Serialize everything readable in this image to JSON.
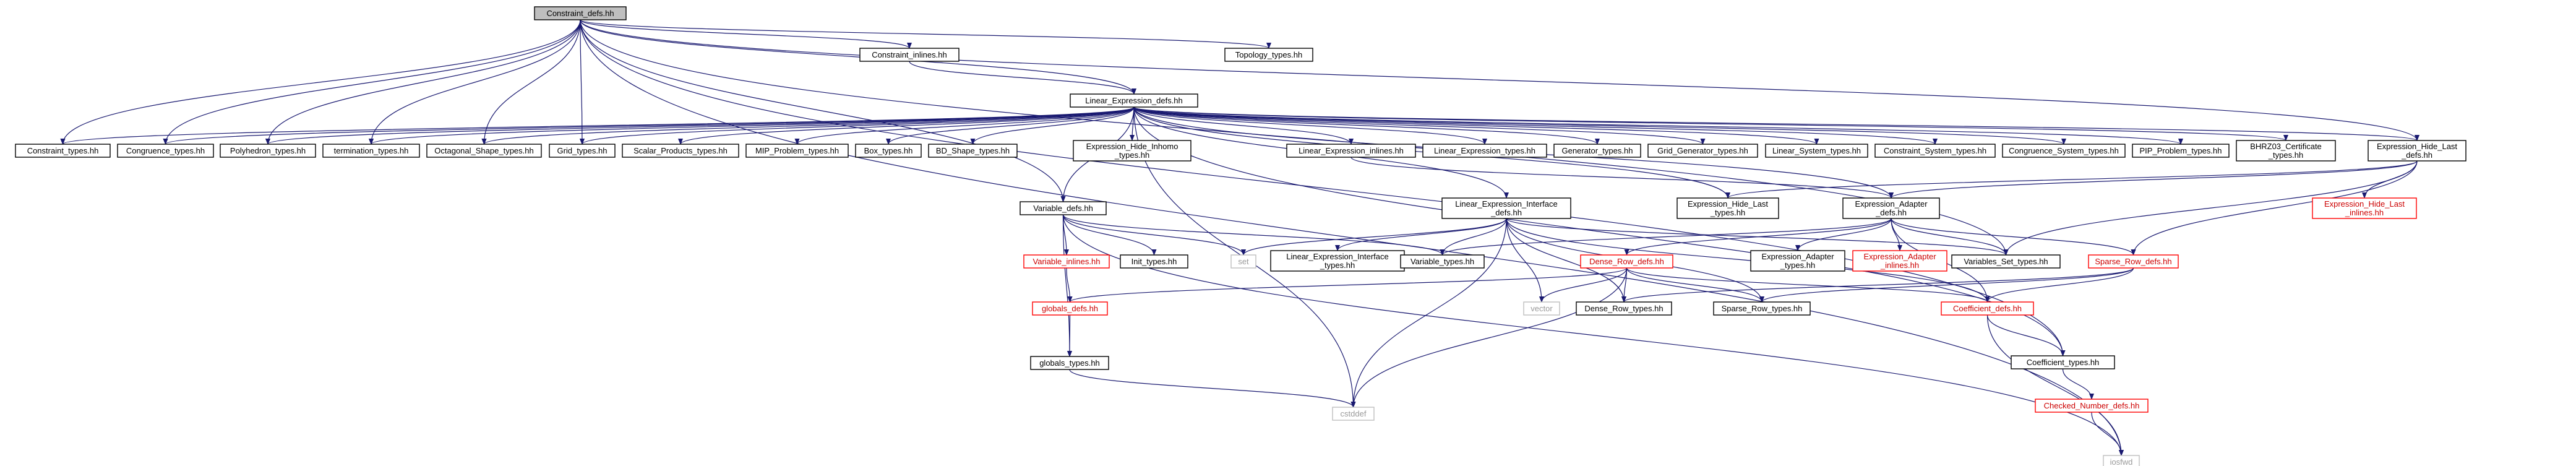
{
  "graph": {
    "nodes": [
      {
        "id": "root",
        "lines": [
          "Constraint_defs.hh"
        ],
        "style": "root"
      },
      {
        "id": "constraint_inlines",
        "lines": [
          "Constraint_inlines.hh"
        ],
        "style": "black"
      },
      {
        "id": "topology_types",
        "lines": [
          "Topology_types.hh"
        ],
        "style": "black"
      },
      {
        "id": "linear_expression_defs",
        "lines": [
          "Linear_Expression_defs.hh"
        ],
        "style": "black"
      },
      {
        "id": "constraint_types",
        "lines": [
          "Constraint_types.hh"
        ],
        "style": "black"
      },
      {
        "id": "congruence_types",
        "lines": [
          "Congruence_types.hh"
        ],
        "style": "black"
      },
      {
        "id": "polyhedron_types",
        "lines": [
          "Polyhedron_types.hh"
        ],
        "style": "black"
      },
      {
        "id": "termination_types",
        "lines": [
          "termination_types.hh"
        ],
        "style": "black"
      },
      {
        "id": "octagonal_shape_types",
        "lines": [
          "Octagonal_Shape_types.hh"
        ],
        "style": "black"
      },
      {
        "id": "grid_types",
        "lines": [
          "Grid_types.hh"
        ],
        "style": "black"
      },
      {
        "id": "scalar_products_types",
        "lines": [
          "Scalar_Products_types.hh"
        ],
        "style": "black"
      },
      {
        "id": "mip_problem_types",
        "lines": [
          "MIP_Problem_types.hh"
        ],
        "style": "black"
      },
      {
        "id": "box_types",
        "lines": [
          "Box_types.hh"
        ],
        "style": "black"
      },
      {
        "id": "bd_shape_types",
        "lines": [
          "BD_Shape_types.hh"
        ],
        "style": "black"
      },
      {
        "id": "expression_hide_inhomo_types",
        "lines": [
          "Expression_Hide_Inhomo",
          "_types.hh"
        ],
        "style": "black"
      },
      {
        "id": "linear_expression_inlines",
        "lines": [
          "Linear_Expression_inlines.hh"
        ],
        "style": "black"
      },
      {
        "id": "linear_expression_types",
        "lines": [
          "Linear_Expression_types.hh"
        ],
        "style": "black"
      },
      {
        "id": "generator_types",
        "lines": [
          "Generator_types.hh"
        ],
        "style": "black"
      },
      {
        "id": "grid_generator_types",
        "lines": [
          "Grid_Generator_types.hh"
        ],
        "style": "black"
      },
      {
        "id": "linear_system_types",
        "lines": [
          "Linear_System_types.hh"
        ],
        "style": "black"
      },
      {
        "id": "constraint_system_types",
        "lines": [
          "Constraint_System_types.hh"
        ],
        "style": "black"
      },
      {
        "id": "congruence_system_types",
        "lines": [
          "Congruence_System_types.hh"
        ],
        "style": "black"
      },
      {
        "id": "pip_problem_types",
        "lines": [
          "PIP_Problem_types.hh"
        ],
        "style": "black"
      },
      {
        "id": "bhrz03_certificate_types",
        "lines": [
          "BHRZ03_Certificate",
          "_types.hh"
        ],
        "style": "black"
      },
      {
        "id": "expression_hide_last_defs",
        "lines": [
          "Expression_Hide_Last",
          "_defs.hh"
        ],
        "style": "black"
      },
      {
        "id": "expression_hide_last_inlines",
        "lines": [
          "Expression_Hide_Last",
          "_inlines.hh"
        ],
        "style": "red"
      },
      {
        "id": "variable_defs",
        "lines": [
          "Variable_defs.hh"
        ],
        "style": "black"
      },
      {
        "id": "linear_expression_interface_defs",
        "lines": [
          "Linear_Expression_Interface",
          "_defs.hh"
        ],
        "style": "black"
      },
      {
        "id": "expression_hide_last_types",
        "lines": [
          "Expression_Hide_Last",
          "_types.hh"
        ],
        "style": "black"
      },
      {
        "id": "expression_adapter_defs",
        "lines": [
          "Expression_Adapter",
          "_defs.hh"
        ],
        "style": "black"
      },
      {
        "id": "variable_inlines",
        "lines": [
          "Variable_inlines.hh"
        ],
        "style": "red"
      },
      {
        "id": "init_types",
        "lines": [
          "Init_types.hh"
        ],
        "style": "black"
      },
      {
        "id": "set",
        "lines": [
          "set"
        ],
        "style": "gray"
      },
      {
        "id": "linear_expression_interface_types",
        "lines": [
          "Linear_Expression_Interface",
          "_types.hh"
        ],
        "style": "black"
      },
      {
        "id": "variable_types",
        "lines": [
          "Variable_types.hh"
        ],
        "style": "black"
      },
      {
        "id": "dense_row_defs",
        "lines": [
          "Dense_Row_defs.hh"
        ],
        "style": "red"
      },
      {
        "id": "expression_adapter_types",
        "lines": [
          "Expression_Adapter",
          "_types.hh"
        ],
        "style": "black"
      },
      {
        "id": "expression_adapter_inlines",
        "lines": [
          "Expression_Adapter",
          "_inlines.hh"
        ],
        "style": "red"
      },
      {
        "id": "variables_set_types",
        "lines": [
          "Variables_Set_types.hh"
        ],
        "style": "black"
      },
      {
        "id": "sparse_row_defs",
        "lines": [
          "Sparse_Row_defs.hh"
        ],
        "style": "red"
      },
      {
        "id": "globals_defs",
        "lines": [
          "globals_defs.hh"
        ],
        "style": "red"
      },
      {
        "id": "vector",
        "lines": [
          "vector"
        ],
        "style": "gray"
      },
      {
        "id": "dense_row_types",
        "lines": [
          "Dense_Row_types.hh"
        ],
        "style": "black"
      },
      {
        "id": "sparse_row_types",
        "lines": [
          "Sparse_Row_types.hh"
        ],
        "style": "black"
      },
      {
        "id": "coefficient_defs",
        "lines": [
          "Coefficient_defs.hh"
        ],
        "style": "red"
      },
      {
        "id": "globals_types",
        "lines": [
          "globals_types.hh"
        ],
        "style": "black"
      },
      {
        "id": "coefficient_types",
        "lines": [
          "Coefficient_types.hh"
        ],
        "style": "black"
      },
      {
        "id": "checked_number_defs",
        "lines": [
          "Checked_Number_defs.hh"
        ],
        "style": "red"
      },
      {
        "id": "cstddef",
        "lines": [
          "cstddef"
        ],
        "style": "gray"
      },
      {
        "id": "iosfwd",
        "lines": [
          "iosfwd"
        ],
        "style": "gray"
      }
    ],
    "edges": [
      [
        "root",
        "constraint_inlines"
      ],
      [
        "root",
        "topology_types"
      ],
      [
        "root",
        "linear_expression_defs"
      ],
      [
        "root",
        "constraint_types"
      ],
      [
        "root",
        "congruence_types"
      ],
      [
        "root",
        "polyhedron_types"
      ],
      [
        "root",
        "termination_types"
      ],
      [
        "root",
        "octagonal_shape_types"
      ],
      [
        "root",
        "grid_types"
      ],
      [
        "root",
        "variable_defs"
      ],
      [
        "root",
        "iosfwd"
      ],
      [
        "root",
        "variables_set_types"
      ],
      [
        "root",
        "coefficient_types"
      ],
      [
        "root",
        "expression_hide_last_defs"
      ],
      [
        "constraint_inlines",
        "linear_expression_defs"
      ],
      [
        "linear_expression_defs",
        "constraint_types"
      ],
      [
        "linear_expression_defs",
        "congruence_types"
      ],
      [
        "linear_expression_defs",
        "polyhedron_types"
      ],
      [
        "linear_expression_defs",
        "termination_types"
      ],
      [
        "linear_expression_defs",
        "octagonal_shape_types"
      ],
      [
        "linear_expression_defs",
        "grid_types"
      ],
      [
        "linear_expression_defs",
        "scalar_products_types"
      ],
      [
        "linear_expression_defs",
        "mip_problem_types"
      ],
      [
        "linear_expression_defs",
        "box_types"
      ],
      [
        "linear_expression_defs",
        "bd_shape_types"
      ],
      [
        "linear_expression_defs",
        "expression_hide_inhomo_types"
      ],
      [
        "linear_expression_defs",
        "linear_expression_inlines"
      ],
      [
        "linear_expression_defs",
        "linear_expression_types"
      ],
      [
        "linear_expression_defs",
        "generator_types"
      ],
      [
        "linear_expression_defs",
        "grid_generator_types"
      ],
      [
        "linear_expression_defs",
        "linear_system_types"
      ],
      [
        "linear_expression_defs",
        "constraint_system_types"
      ],
      [
        "linear_expression_defs",
        "congruence_system_types"
      ],
      [
        "linear_expression_defs",
        "pip_problem_types"
      ],
      [
        "linear_expression_defs",
        "bhrz03_certificate_types"
      ],
      [
        "linear_expression_defs",
        "expression_hide_last_defs"
      ],
      [
        "linear_expression_defs",
        "variable_defs"
      ],
      [
        "linear_expression_defs",
        "linear_expression_interface_defs"
      ],
      [
        "linear_expression_defs",
        "expression_hide_last_types"
      ],
      [
        "linear_expression_defs",
        "expression_adapter_defs"
      ],
      [
        "linear_expression_defs",
        "cstddef"
      ],
      [
        "linear_expression_defs",
        "coefficient_types"
      ],
      [
        "linear_expression_inlines",
        "expression_adapter_defs"
      ],
      [
        "expression_hide_last_defs",
        "expression_hide_last_inlines"
      ],
      [
        "expression_hide_last_defs",
        "expression_hide_last_types"
      ],
      [
        "expression_hide_last_defs",
        "expression_adapter_defs"
      ],
      [
        "expression_hide_last_defs",
        "variables_set_types"
      ],
      [
        "expression_hide_last_defs",
        "sparse_row_defs"
      ],
      [
        "variable_defs",
        "variable_inlines"
      ],
      [
        "variable_defs",
        "init_types"
      ],
      [
        "variable_defs",
        "set"
      ],
      [
        "variable_defs",
        "variable_types"
      ],
      [
        "variable_defs",
        "globals_types"
      ],
      [
        "variable_defs",
        "iosfwd"
      ],
      [
        "linear_expression_interface_defs",
        "set"
      ],
      [
        "linear_expression_interface_defs",
        "linear_expression_interface_types"
      ],
      [
        "linear_expression_interface_defs",
        "variable_types"
      ],
      [
        "linear_expression_interface_defs",
        "variables_set_types"
      ],
      [
        "linear_expression_interface_defs",
        "vector"
      ],
      [
        "linear_expression_interface_defs",
        "dense_row_types"
      ],
      [
        "linear_expression_interface_defs",
        "sparse_row_types"
      ],
      [
        "linear_expression_interface_defs",
        "coefficient_defs"
      ],
      [
        "linear_expression_interface_defs",
        "cstddef"
      ],
      [
        "expression_adapter_defs",
        "expression_adapter_types"
      ],
      [
        "expression_adapter_defs",
        "expression_adapter_inlines"
      ],
      [
        "expression_adapter_defs",
        "variables_set_types"
      ],
      [
        "expression_adapter_defs",
        "variable_types"
      ],
      [
        "expression_adapter_defs",
        "dense_row_defs"
      ],
      [
        "expression_adapter_defs",
        "sparse_row_defs"
      ],
      [
        "expression_adapter_defs",
        "coefficient_defs"
      ],
      [
        "variable_inlines",
        "globals_defs"
      ],
      [
        "globals_defs",
        "globals_types"
      ],
      [
        "globals_types",
        "cstddef"
      ],
      [
        "dense_row_defs",
        "globals_defs"
      ],
      [
        "dense_row_defs",
        "vector"
      ],
      [
        "dense_row_defs",
        "dense_row_types"
      ],
      [
        "dense_row_defs",
        "sparse_row_types"
      ],
      [
        "dense_row_defs",
        "coefficient_defs"
      ],
      [
        "dense_row_defs",
        "cstddef"
      ],
      [
        "sparse_row_defs",
        "dense_row_types"
      ],
      [
        "sparse_row_defs",
        "sparse_row_types"
      ],
      [
        "sparse_row_defs",
        "coefficient_defs"
      ],
      [
        "coefficient_defs",
        "coefficient_types"
      ],
      [
        "coefficient_defs",
        "iosfwd"
      ],
      [
        "coefficient_types",
        "checked_number_defs"
      ],
      [
        "checked_number_defs",
        "iosfwd"
      ]
    ]
  }
}
